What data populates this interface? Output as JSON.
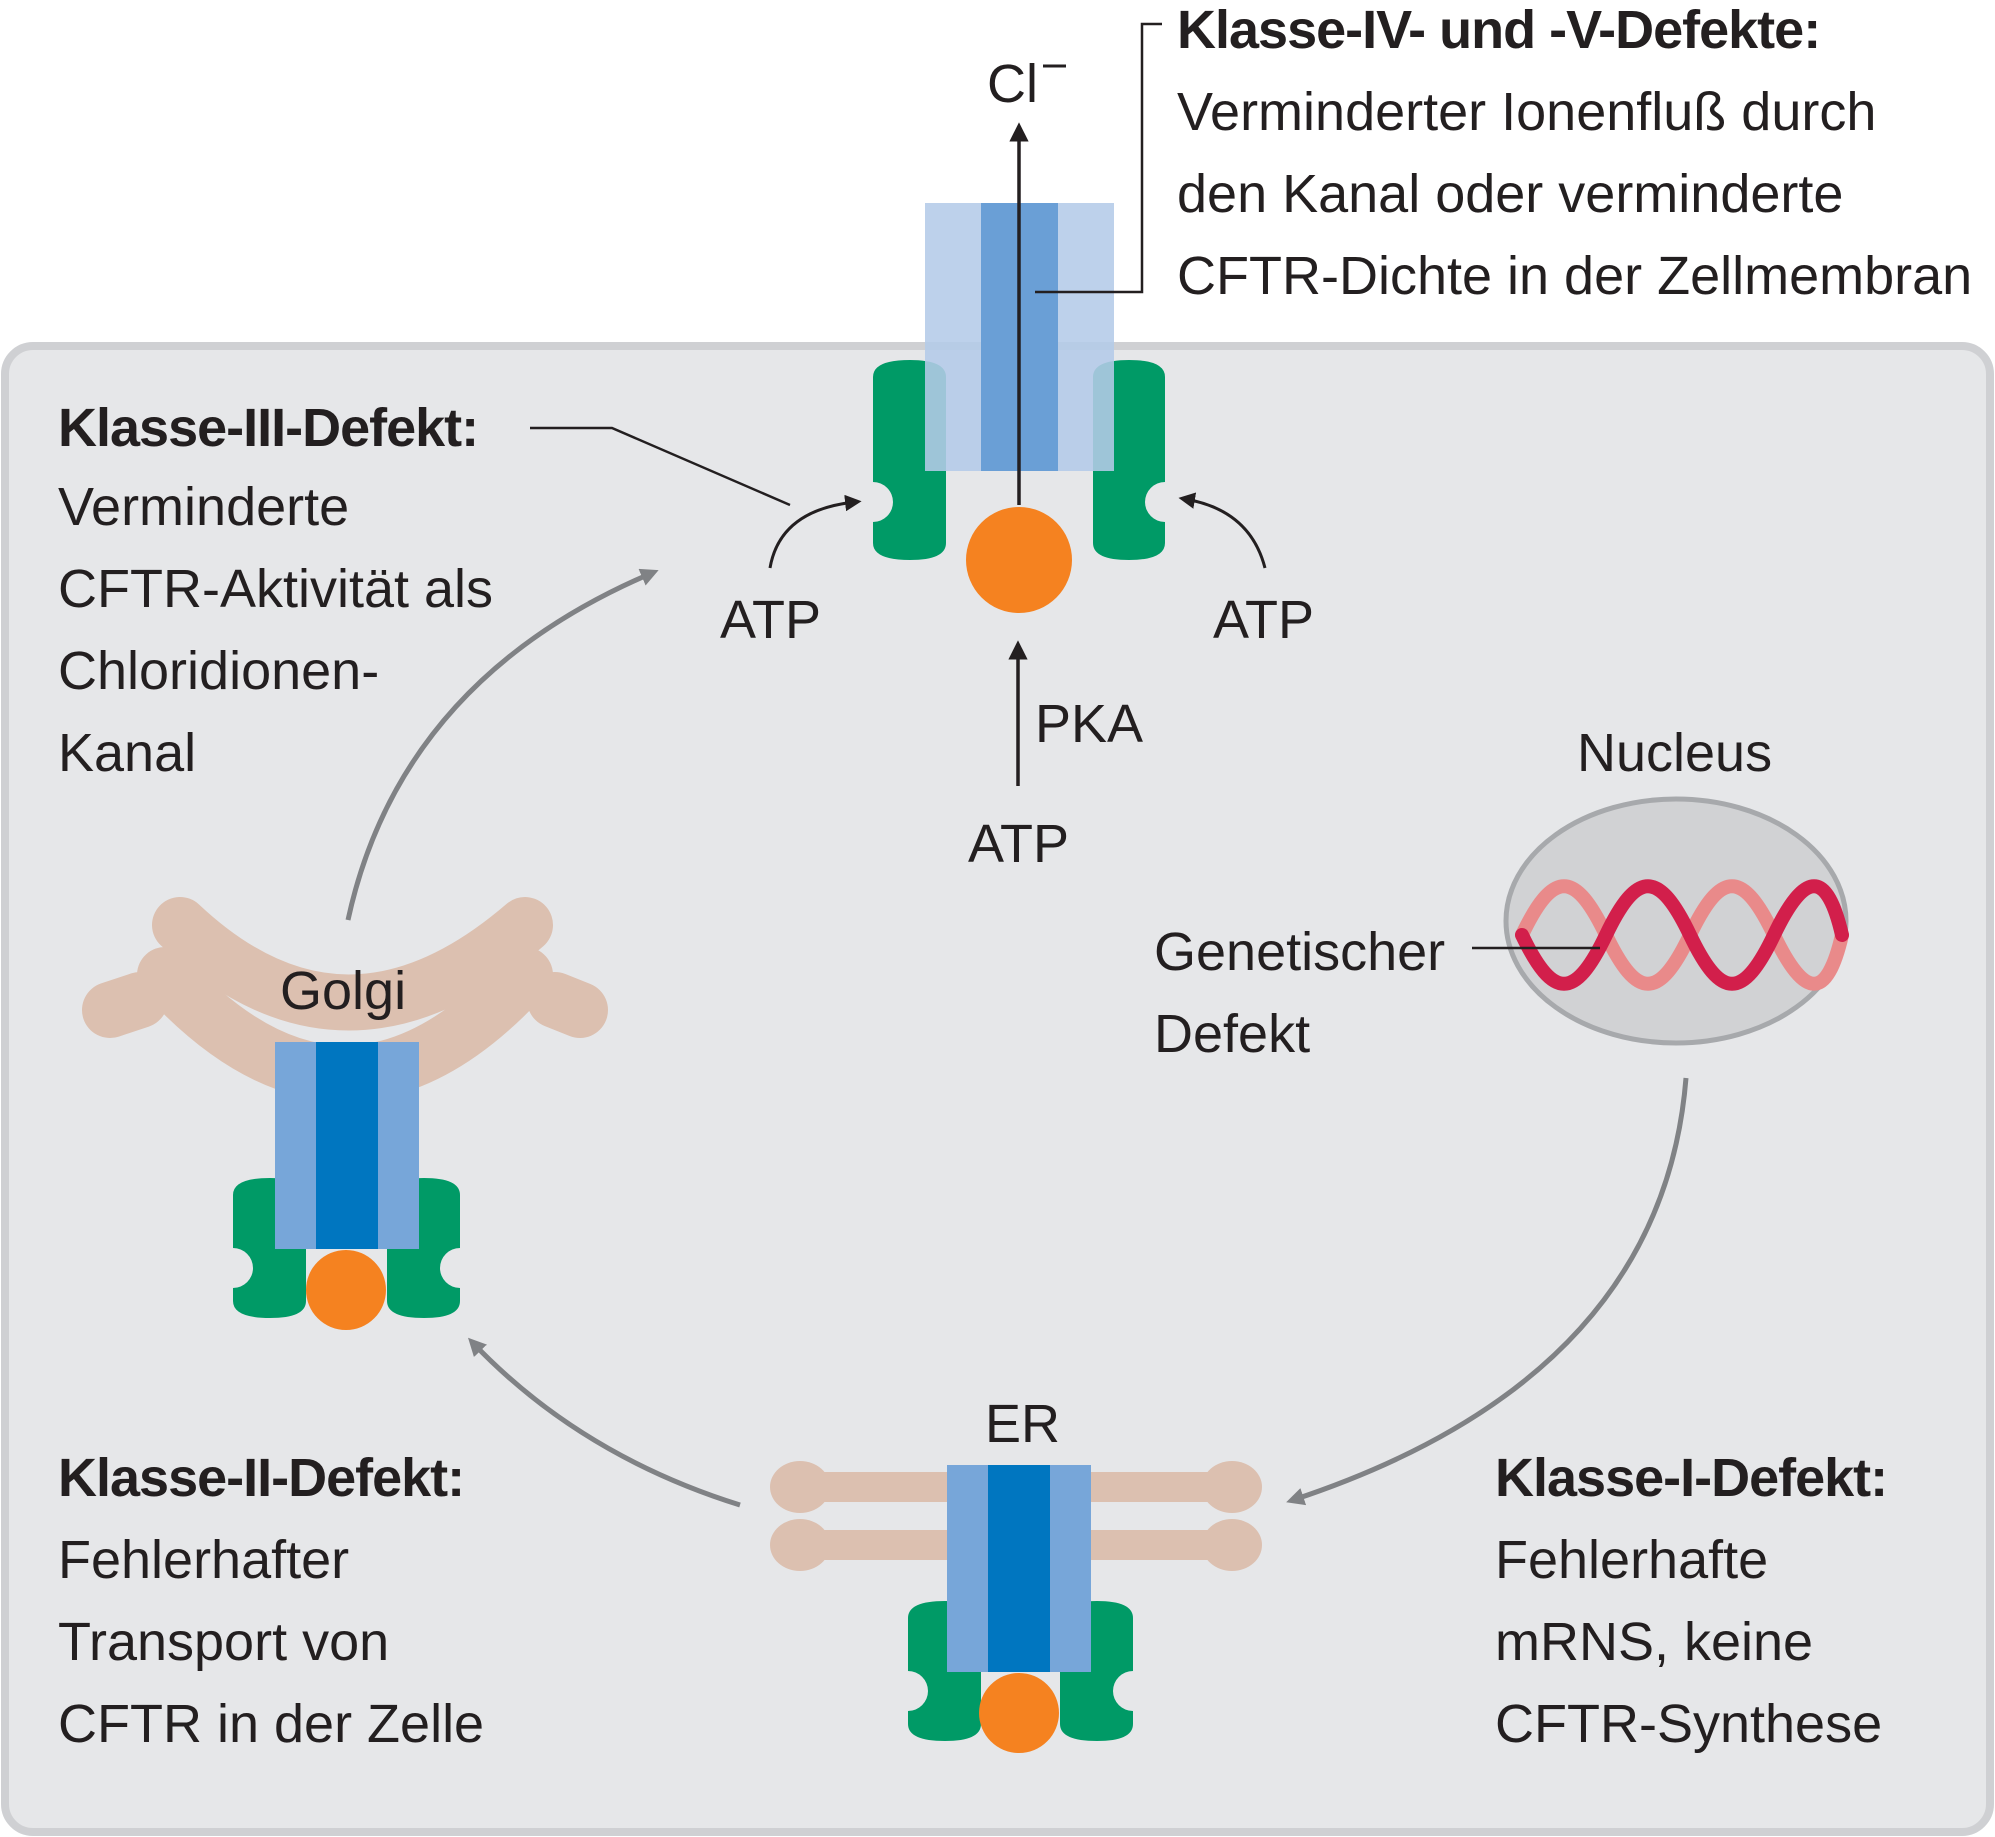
{
  "labels": {
    "chloride": "Cl",
    "chloride_charge": "–",
    "atp_left": "ATP",
    "atp_right": "ATP",
    "atp_bottom": "ATP",
    "pka": "PKA",
    "nucleus": "Nucleus",
    "golgi": "Golgi",
    "er": "ER",
    "genetic_defect": [
      "Genetischer",
      "Defekt"
    ]
  },
  "defects": {
    "class_4_5": {
      "title": "Klasse-IV- und -V-Defekte:",
      "lines": [
        "Verminderter Ionenfluß durch",
        "den Kanal oder verminderte",
        "CFTR-Dichte in der Zellmembran"
      ]
    },
    "class_3": {
      "title": "Klasse-III-Defekt:",
      "lines": [
        "Verminderte",
        "CFTR-Aktivität als",
        "Chloridionen-",
        "Kanal"
      ]
    },
    "class_2": {
      "title": "Klasse-II-Defekt:",
      "lines": [
        "Fehlerhafter",
        "Transport von",
        "CFTR in der Zelle"
      ]
    },
    "class_1": {
      "title": "Klasse-I-Defekt:",
      "lines": [
        "Fehlerhafte",
        "mRNS, keine",
        "CFTR-Synthese"
      ]
    }
  },
  "colors": {
    "cell_fill": "#e6e7e9",
    "cell_border": "#cfd0d3",
    "nucleus_fill": "#d1d2d4",
    "nucleus_border": "#a7a9ac",
    "cycle_arrow": "#808285",
    "channel_outer": "#77a6d9",
    "channel_inner": "#0076c0",
    "channel_outer_membrane": "#b4cbe8",
    "channel_inner_membrane": "#6a9fd6",
    "nbd_green": "#009a66",
    "r_domain_orange": "#f58220",
    "membrane_pink": "#dcc0b0",
    "dna_dark": "#d21f4b",
    "dna_light": "#e98a8a"
  }
}
